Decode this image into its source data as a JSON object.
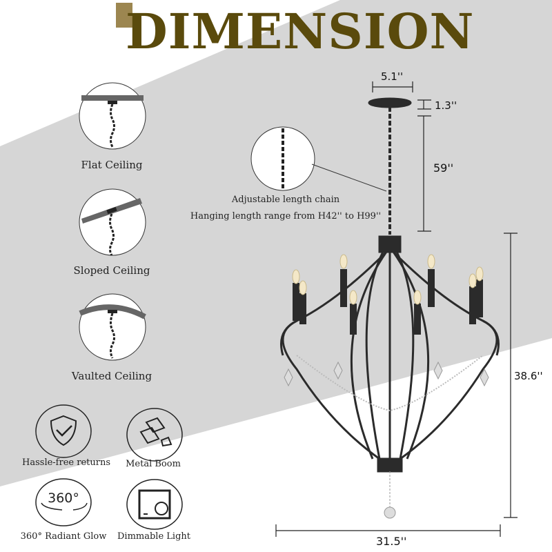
{
  "title": "DIMENSION",
  "ceiling_types": [
    {
      "label": "Flat Ceiling",
      "icon": "flat-ceiling-icon"
    },
    {
      "label": "Sloped Ceiling",
      "icon": "sloped-ceiling-icon"
    },
    {
      "label": "Vaulted Ceiling",
      "icon": "vaulted-ceiling-icon"
    }
  ],
  "features": [
    {
      "label": "Hassle-free returns",
      "icon": "shield-check-icon"
    },
    {
      "label": "Metal Boom",
      "icon": "metal-bars-icon"
    },
    {
      "label": "360° Radiant Glow",
      "icon": "rotate-360-icon",
      "icon_text": "360°"
    },
    {
      "label": "Dimmable Light",
      "icon": "dimmer-switch-icon"
    }
  ],
  "chain_note": {
    "line1": "Adjustable length chain",
    "line2": "Hanging length range from H42'' to H99''"
  },
  "dimensions": {
    "canopy_width": "5.1''",
    "canopy_height": "1.3''",
    "chain_length": "59''",
    "body_height": "38.6''",
    "body_width": "31.5''"
  },
  "colors": {
    "title": "#5a4a0c",
    "accent_square": "#9c8650",
    "band": "#d6d6d6",
    "metal": "#2b2b2b"
  }
}
